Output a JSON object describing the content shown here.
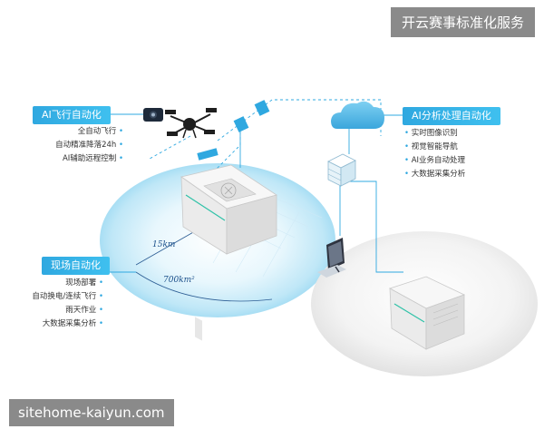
{
  "banner": "开云赛事标准化服务",
  "watermark": "sitehome-kaiyun.com",
  "ai_flight": {
    "label": "AI飞行自动化",
    "items": [
      "全自动飞行",
      "自动精准降落24h",
      "AI辅助远程控制"
    ]
  },
  "site_auto": {
    "label": "现场自动化",
    "items": [
      "现场部署",
      "自动换电/连续飞行",
      "雨天作业",
      "大数据采集分析"
    ]
  },
  "ai_analysis": {
    "label": "AI分析处理自动化",
    "items": [
      "实时图像识别",
      "视觉智能导航",
      "AI业务自动处理",
      "大数据采集分析"
    ]
  },
  "distance": "15km",
  "area": "700km²",
  "colors": {
    "accent": "#2fa8e0",
    "circle": "#d7f0fb"
  },
  "icons": [
    "drone-icon",
    "camera-icon",
    "cloud-icon",
    "server-icon",
    "monitor-icon",
    "dock-station-icon"
  ]
}
